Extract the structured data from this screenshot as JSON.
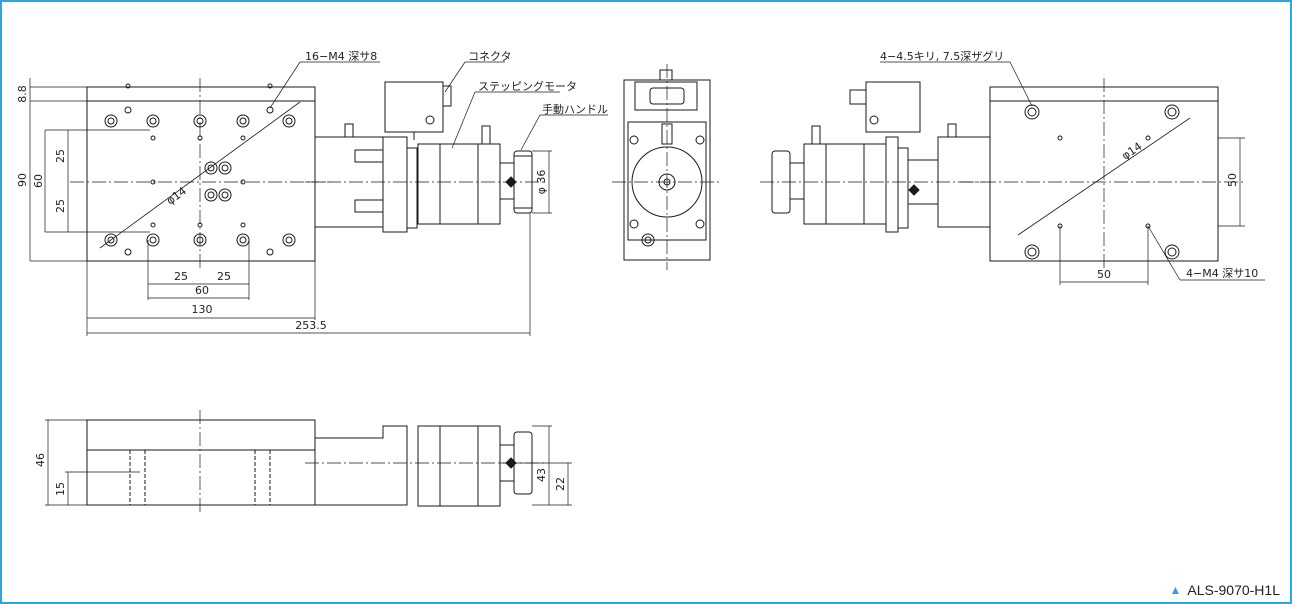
{
  "model": "ALS-9070-H1L",
  "labels": {
    "tap_top": "16−M4  深サ8",
    "connector": "コネクタ",
    "motor": "ステッピングモータ",
    "handle": "手動ハンドル",
    "counterbore": "4−4.5キリ, 7.5深ザグリ",
    "tap_bottom": "4−M4  深サ10"
  },
  "dims": {
    "d8_8": "8.8",
    "d90": "90",
    "d60v": "60",
    "d25a": "25",
    "d25b": "25",
    "phi14a": "φ14",
    "phi14b": "φ14",
    "phi36": "φ 36",
    "d25c": "25",
    "d25d": "25",
    "d60h": "60",
    "d130": "130",
    "d253_5": "253.5",
    "d50h": "50",
    "d50v": "50",
    "d46": "46",
    "d15": "15",
    "d43": "43",
    "d22": "22"
  },
  "colors": {
    "line": "#1a1a1a",
    "frame": "#2aa7df",
    "accent": "#2aa7df"
  }
}
